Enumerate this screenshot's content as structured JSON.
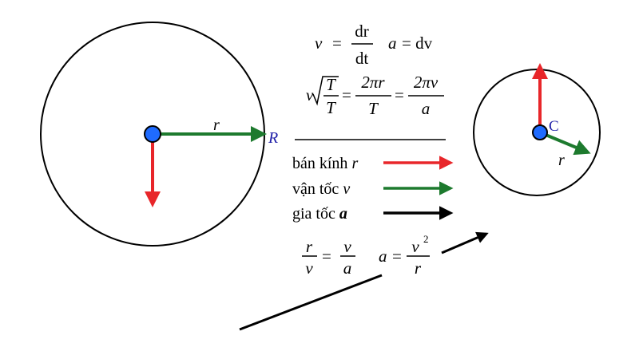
{
  "labels": {
    "left_radius": "r",
    "left_tip": "R",
    "right_center": "C",
    "right_radius": "r"
  },
  "equations": {
    "row1_v": "v",
    "row1_eq": "=",
    "row1_num": "dr",
    "row1_den": "dt",
    "row1_a": "a",
    "row1_rhs": "= dv",
    "row2_lhs_v": "v",
    "row2_lhs_num": "T",
    "row2_lhs_den": "T",
    "row2_eq1": "=",
    "row2_f1_num": "2πr",
    "row2_f1_den": "T",
    "row2_eq2": "=",
    "row2_f2_num": "2πv",
    "row2_f2_den": "a",
    "row3_f1_num": "r",
    "row3_f1_den": "v",
    "row3_eq1": "=",
    "row3_f2_num": "v",
    "row3_f2_den": "a",
    "row3_a": "a",
    "row3_eq2": "=",
    "row3_f3_num": "v",
    "row3_f3_sup": "2",
    "row3_f3_den": "r"
  },
  "legend": [
    {
      "text": "bán kính",
      "sym": "r",
      "color": "#e8262a"
    },
    {
      "text": "vận tốc",
      "sym": "v",
      "color": "#1d7a2e"
    },
    {
      "text": "gia tốc",
      "sym": "a",
      "color": "#000000"
    }
  ],
  "colors": {
    "red": "#e8262a",
    "green": "#1d7a2e",
    "blue_dot": "#1f6bff",
    "black": "#000000"
  }
}
